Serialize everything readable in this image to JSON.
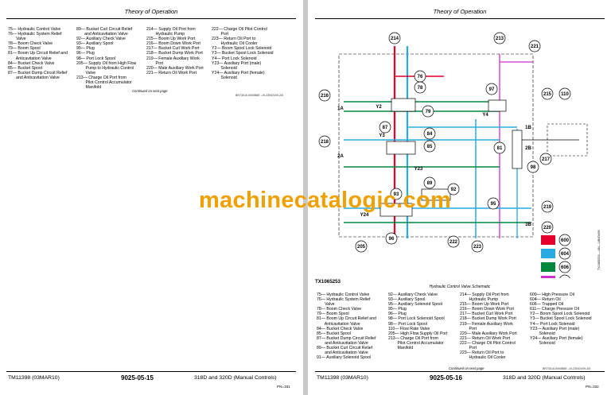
{
  "left": {
    "header": "Theory of Operation",
    "legend_col1": [
      "75— Hydraulic Control Valve",
      "76— Hydraulic System Relief",
      "       Valve",
      "78— Boom Check Valve",
      "79— Boom Spool",
      "81— Boom Up Circuit Relief and",
      "       Anticavitation Valve",
      "84— Bucket Check Valve",
      "85— Bucket Spool",
      "87— Bucket Dump Circuit Relief",
      "       and Anticavitation Valve"
    ],
    "legend_col2": [
      "89— Bucket Curl Circuit Relief",
      "       and Anticavitation Valve",
      "92— Auxiliary Check Valve",
      "93— Auxiliary Spool",
      "95— Plug",
      "96— Plug",
      "98— Port Lock Spool",
      "205— Supply Oil from High Flow",
      "        Pump to Hydraulic Control",
      "        Valve",
      "213— Charge Oil Port from",
      "        Pilot Control Accumulator",
      "        Manifold"
    ],
    "legend_col3": [
      "214— Supply Oil Port from",
      "        Hydraulic Pump",
      "215— Boom Up Work Port",
      "216— Boom Down Work Port",
      "217— Bucket Curl Work Port",
      "218— Bucket Dump Work Port",
      "219— Female Auxiliary Work",
      "        Port",
      "220— Male Auxiliary Work Port",
      "221— Return Oil Work Port"
    ],
    "legend_col4": [
      "222— Charge Oil Pilot Control",
      "        Port",
      "223— Return Oil Port to",
      "        Hydraulic Oil Cooler",
      "Y2— Boom Spool Lock Solenoid",
      "Y3— Bucket Spool Lock Solenoid",
      "Y4— Port Lock Solenoid",
      "Y23— Auxiliary Port (male)",
      "        Solenoid",
      "Y24— Auxiliary Port (female)",
      "        Solenoid"
    ],
    "continued": "Continued on next page",
    "ref": "BR73016,0000B8E -19-23NOV09-2/5",
    "footer_left": "TM11398 (03MAR10)",
    "footer_page": "9025-05-15",
    "footer_right": "318D and 320D (Manual Controls)",
    "footer_pn": "PN=331"
  },
  "watermark": "machinecatalogic.com",
  "right": {
    "header": "Theory of Operation",
    "figure_id": "TX1065253",
    "caption": "Hydraulic Control Valve Schematic",
    "side_code": "TX1065253 —UN—18NOV09",
    "callouts": [
      "214",
      "213",
      "221",
      "216",
      "76",
      "78",
      "Y2",
      "79",
      "97",
      "Y4",
      "215",
      "110",
      "87",
      "84",
      "Y3",
      "85",
      "218",
      "81",
      "98",
      "217",
      "Y23",
      "89",
      "92",
      "93",
      "95",
      "219",
      "Y24",
      "96",
      "220",
      "205",
      "222",
      "223",
      "2A",
      "1A",
      "1B",
      "2B",
      "3B"
    ],
    "colors": [
      {
        "code": "600",
        "color": "#e4002b"
      },
      {
        "code": "604",
        "color": "#29abe2"
      },
      {
        "code": "606",
        "color": "#00873e"
      },
      {
        "code": "611",
        "color": "#cc33cc"
      }
    ],
    "legend_col1": [
      "75— Hydraulic Control Valve",
      "76— Hydraulic System Relief",
      "       Valve",
      "78— Boom Check Valve",
      "79— Boom Spool",
      "81— Boom Up Circuit Relief and",
      "       Anticavitation Valve",
      "84— Bucket Check Valve",
      "85— Bucket Spool",
      "87— Bucket Dump Circuit Relief",
      "       and Anticavitation Valve",
      "89— Bucket Curl Circuit Relief",
      "       and Anticavitation Valve",
      "91— Auxiliary Solenoid Spool"
    ],
    "legend_col2": [
      "92— Auxiliary Check Valve",
      "93— Auxiliary Spool",
      "95— Auxiliary Solenoid Spool",
      "95— Plug",
      "96— Plug",
      "98— Port Lock Solenoid Spool",
      "98— Port Lock Spool",
      "110— Flow Rate Valve",
      "205— High Flow Supply Oil Port",
      "213— Charge Oil Port from",
      "        Pilot Control Accumulator",
      "        Manifold"
    ],
    "legend_col3": [
      "214— Supply Oil Port from",
      "        Hydraulic Pump",
      "215— Boom Up Work Port",
      "216— Boom Down Work Port",
      "217— Bucket Curl Work Port",
      "218— Bucket Dump Work Port",
      "219— Female Auxiliary Work",
      "        Port",
      "220— Male Auxiliary Work Port",
      "221— Return Oil Work Port",
      "222— Charge Oil Pilot Control",
      "        Port",
      "223— Return Oil Port to",
      "        Hydraulic Oil Cooler"
    ],
    "legend_col4": [
      "600— High Pressure Oil",
      "604— Return Oil",
      "606— Trapped Oil",
      "611— Charge Pressure Oil",
      "Y2— Boom Spool Lock Solenoid",
      "Y3— Bucket Spool Lock Solenoid",
      "Y4— Port Lock Solenoid",
      "Y23— Auxiliary Port (male)",
      "        Solenoid",
      "Y24— Auxiliary Port (female)",
      "        Solenoid"
    ],
    "continued": "Continued on next page",
    "ref": "BR73016,0000B8E -19-23NOV09-3/5",
    "footer_left": "TM11398 (03MAR10)",
    "footer_page": "9025-05-16",
    "footer_right": "318D and 320D (Manual Controls)",
    "footer_pn": "PN=332"
  }
}
